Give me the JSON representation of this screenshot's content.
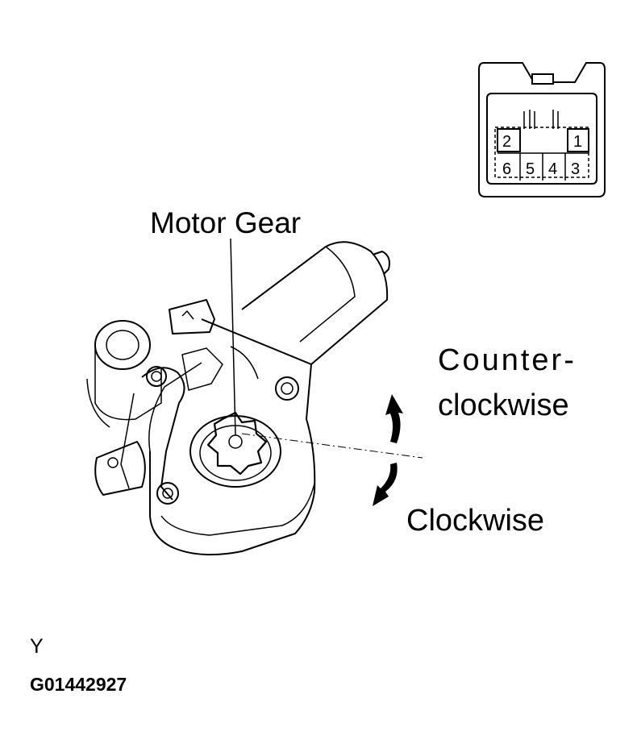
{
  "labels": {
    "motor_gear": "Motor Gear",
    "counter_clockwise_line1": "Counter-",
    "counter_clockwise_line2": "clockwise",
    "clockwise": "Clockwise"
  },
  "connector": {
    "pins_top": [
      "2",
      "1"
    ],
    "pins_bottom": [
      "6",
      "5",
      "4",
      "3"
    ]
  },
  "figure": {
    "letter": "Y",
    "code": "G01442927"
  },
  "colors": {
    "ink": "#000000",
    "paper": "#ffffff"
  }
}
